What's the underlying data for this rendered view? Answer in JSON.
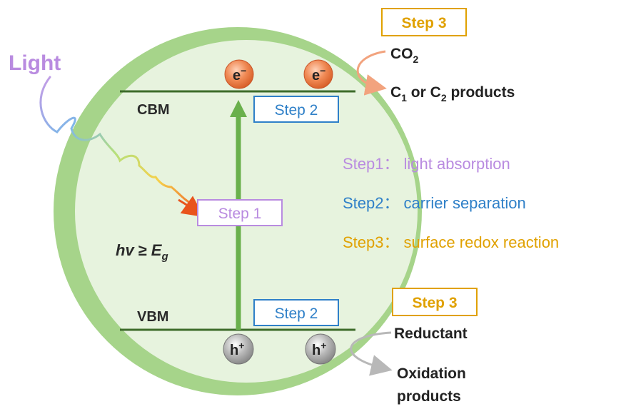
{
  "light_label": "Light",
  "band_labels": {
    "cbm": "CBM",
    "vbm": "VBM"
  },
  "electron_label": "e",
  "electron_sup": "−",
  "hole_label": "h",
  "hole_sup": "+",
  "energy_condition": {
    "hv": "hv",
    "op": "≥",
    "E": "E",
    "sub": "g"
  },
  "steps": {
    "step1_box": "Step 1",
    "step2_top_box": "Step 2",
    "step2_bottom_box": "Step 2",
    "step3_top_box": "Step 3",
    "step3_bottom_box": "Step 3"
  },
  "legend": [
    {
      "key": "Step1：",
      "desc": "light absorption",
      "color": "#b98be0"
    },
    {
      "key": "Step2：",
      "desc": "carrier separation",
      "color": "#2f80c8"
    },
    {
      "key": "Step3：",
      "desc": "surface redox reaction",
      "color": "#e0a100"
    }
  ],
  "reduction": {
    "reactant": "CO",
    "reactant_sub": "2",
    "product_a": "C",
    "product_a_sub": "1",
    "product_mid": " or C",
    "product_b_sub": "2",
    "product_tail": " products"
  },
  "oxidation": {
    "reactant": "Reductant",
    "product_line1": "Oxidation",
    "product_line2": "products"
  },
  "colors": {
    "sphere_outer": "#a6d48a",
    "sphere_inner": "#e7f3de",
    "band_line": "#3d6b2a",
    "arrow": "#6ab04c",
    "electron": "#f08a55",
    "hole": "#a8a8a8",
    "step1": "#b98be0",
    "step2": "#2f80c8",
    "step3": "#e0a100",
    "curve_red": "#f2a37e",
    "curve_ox": "#b8b8b8"
  }
}
